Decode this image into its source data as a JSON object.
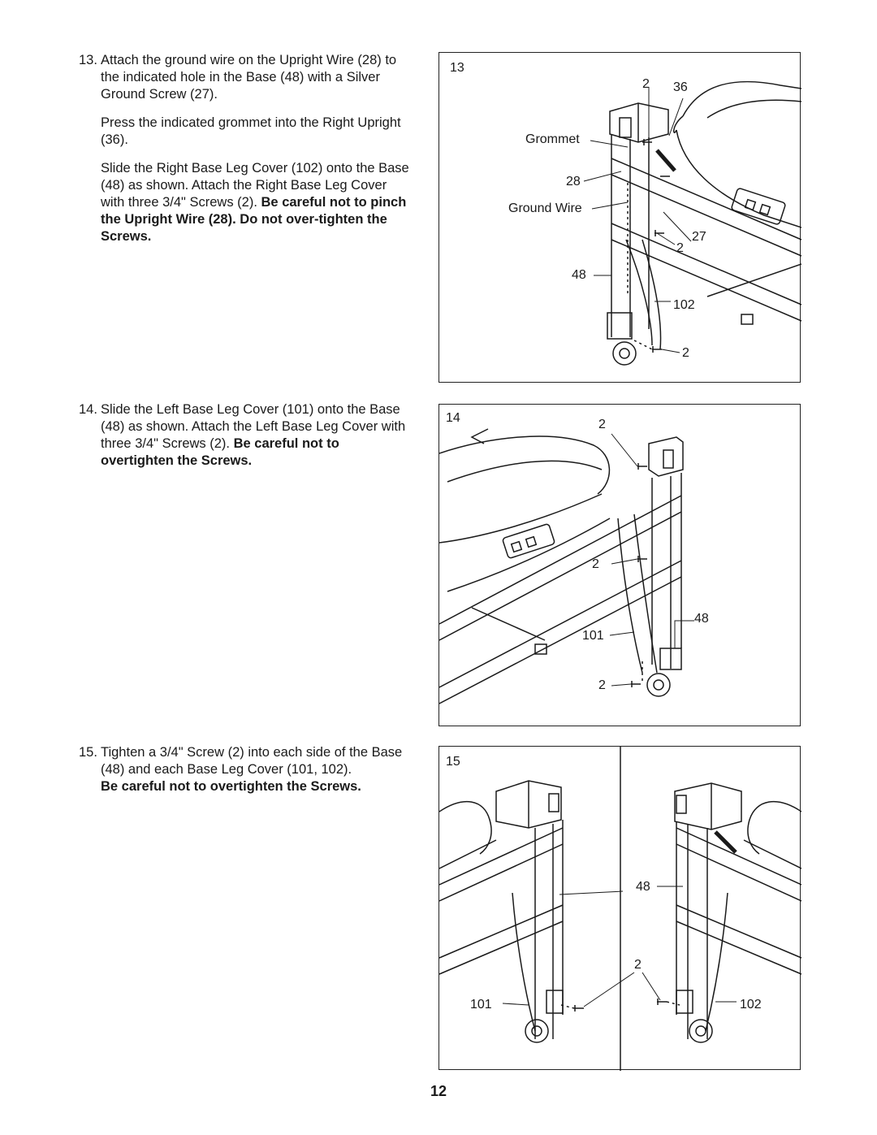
{
  "steps": [
    {
      "number": "13.",
      "para1": "Attach the ground wire on the Upright Wire (28) to the indicated hole in the Base (48) with a Silver Ground Screw (27).",
      "para2": "Press the indicated grommet into the Right Upright (36).",
      "para3_normal": "Slide the Right Base Leg Cover (102) onto the Base (48) as shown. Attach the Right Base Leg Cover with three 3/4\" Screws (2). ",
      "para3_bold": "Be careful not to pinch the Upright Wire (28). Do not over-tighten the Screws."
    },
    {
      "number": "14.",
      "para_normal": "Slide the Left Base Leg Cover (101) onto the Base (48) as shown. Attach the Left Base Leg Cover with three 3/4\" Screws (2). ",
      "para_bold": "Be careful not to overtighten the Screws."
    },
    {
      "number": "15.",
      "para_normal": "Tighten a 3/4\" Screw (2) into each side of the Base (48) and each Base Leg Cover (101, 102).",
      "para_bold": "Be careful not to overtighten the Screws."
    }
  ],
  "figures": {
    "fig13": {
      "number": "13",
      "labels": {
        "screw_top": "2",
        "right_upright": "36",
        "grommet": "Grommet",
        "upright_wire": "28",
        "ground_wire": "Ground Wire",
        "ground_screw": "27",
        "screw_mid": "2",
        "base": "48",
        "right_cover": "102",
        "screw_bottom": "2"
      }
    },
    "fig14": {
      "number": "14",
      "labels": {
        "screw_top": "2",
        "screw_mid": "2",
        "base": "48",
        "left_cover": "101",
        "screw_bottom": "2"
      }
    },
    "fig15": {
      "number": "15",
      "labels": {
        "base": "48",
        "screw": "2",
        "left_cover": "101",
        "right_cover": "102"
      }
    }
  },
  "page_number": "12"
}
